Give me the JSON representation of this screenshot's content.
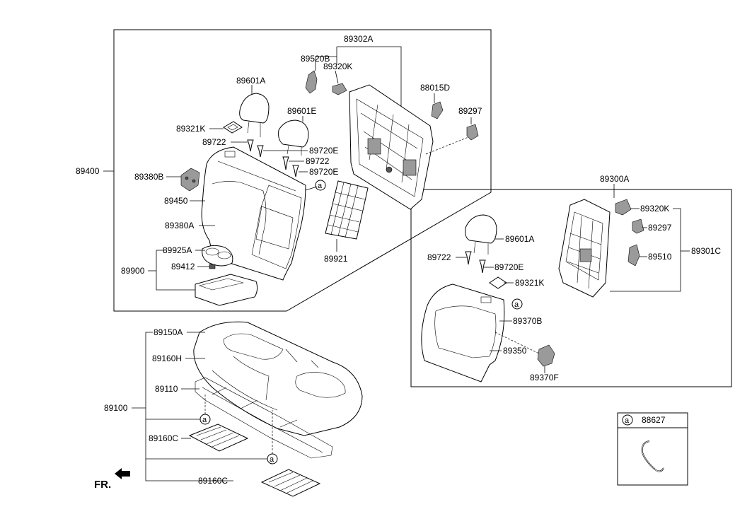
{
  "labels": {
    "p89302A": "89302A",
    "p89520B": "89520B",
    "p89320K_top": "89320K",
    "p88015D": "88015D",
    "p89297_top": "89297",
    "p89601A_left": "89601A",
    "p89601E": "89601E",
    "p89321K_left": "89321K",
    "p89722_a": "89722",
    "p89720E_a": "89720E",
    "p89722_b": "89722",
    "p89720E_b": "89720E",
    "p89380B": "89380B",
    "p89400": "89400",
    "p89450": "89450",
    "p89380A": "89380A",
    "p89925A": "89925A",
    "p89900": "89900",
    "p89412": "89412",
    "p89921": "89921",
    "p89300A": "89300A",
    "p89320K_right": "89320K",
    "p89297_right": "89297",
    "p89601A_right": "89601A",
    "p89510": "89510",
    "p89301C": "89301C",
    "p89722_right": "89722",
    "p89720E_right": "89720E",
    "p89321K_right": "89321K",
    "p89370B": "89370B",
    "p89350": "89350",
    "p89370F": "89370F",
    "p89150A": "89150A",
    "p89160H": "89160H",
    "p89110": "89110",
    "p89100": "89100",
    "p89160C_a": "89160C",
    "p89160C_b": "89160C",
    "p88627": "88627",
    "fr": "FR."
  },
  "callout": {
    "letter": "a"
  },
  "icons": {
    "front_arrow": "front-direction-arrow-icon",
    "clip": "wire-clip-icon"
  }
}
